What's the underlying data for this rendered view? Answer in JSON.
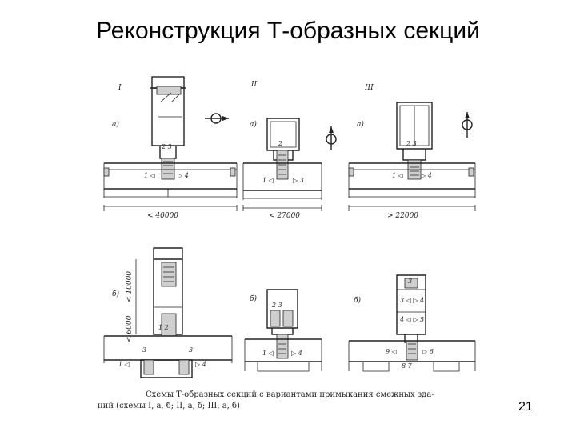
{
  "slide": {
    "title": "Реконструкция Т-образных секций",
    "page_number": "21"
  },
  "figure": {
    "scheme_labels": [
      "I",
      "II",
      "III"
    ],
    "variant_a": "а)",
    "variant_b": "б)",
    "dimensions": {
      "Ia": "< 40000",
      "IIa": "< 27000",
      "IIIa": "> 22000",
      "Ib_upper": "< 10000",
      "Ib_lower": "< 6000"
    },
    "caption_line1": "Схемы Т-образных секций с вариантами примыкания смежных зда-",
    "caption_line2": "ний (схемы I, а, б; II, а, б; III, а, б)",
    "icons": [
      "north-arrow-icon",
      "staircase-icon"
    ]
  }
}
